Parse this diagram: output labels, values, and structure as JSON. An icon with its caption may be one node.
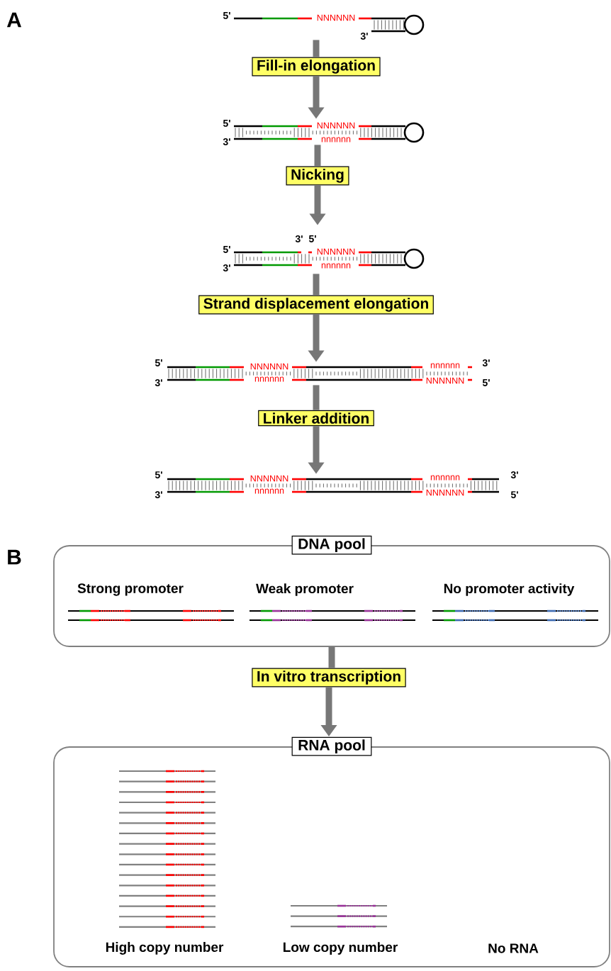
{
  "diagram": {
    "nodes": [
      {
        "text": [],
        "shape": "picture"
      },
      {
        "text": [
          "Fill-in elongation"
        ]
      },
      {
        "text": [],
        "shape": "picture"
      },
      {
        "text": [
          "Nicking"
        ]
      },
      {
        "text": [],
        "shape": "picture"
      },
      {
        "text": [
          "Strand displacement elongation"
        ]
      },
      {
        "text": [],
        "shape": "picture"
      },
      {
        "text": [
          "Linker addition"
        ]
      },
      {
        "text": [],
        "shape": "picture"
      },
      {
        "text": [
          "DNA pool"
        ]
      },
      {
        "text": [
          "In vitro transcription"
        ]
      },
      {
        "text": [
          "RNA pool"
        ]
      }
    ],
    "edges": [
      {
        "from": 0,
        "to": 1,
        "arrow": "none"
      },
      {
        "from": 1,
        "to": 2,
        "arrow": "to"
      },
      {
        "from": 2,
        "to": 3,
        "arrow": "none"
      },
      {
        "from": 3,
        "to": 4,
        "arrow": "to"
      },
      {
        "from": 4,
        "to": 5,
        "arrow": "none"
      },
      {
        "from": 5,
        "to": 6,
        "arrow": "to"
      },
      {
        "from": 6,
        "to": 7,
        "arrow": "none"
      },
      {
        "from": 7,
        "to": 8,
        "arrow": "to"
      },
      {
        "from": 9,
        "to": 10,
        "arrow": "none"
      },
      {
        "from": 10,
        "to": 11,
        "arrow": "to"
      }
    ],
    "labels": [
      "A",
      "5'",
      "NNNNNN",
      "3'",
      "5'",
      "NNNNNN",
      "3'",
      "nnnnnn",
      "3'",
      "5'",
      "5'",
      "NNNNNN",
      "3'",
      "nnnnnn",
      "5'",
      "NNNNNN",
      "nnnnnn",
      "3'",
      "3'",
      "nnnnnn",
      "NNNNNN",
      "5'",
      "5'",
      "NNNNNN",
      "nnnnnn",
      "3'",
      "3'",
      "nnnnnn",
      "NNNNNN",
      "5'",
      "B",
      "Strong promoter",
      "Weak promoter",
      "No promoter activity",
      "High copy number",
      "Low copy number",
      "No RNA"
    ]
  }
}
